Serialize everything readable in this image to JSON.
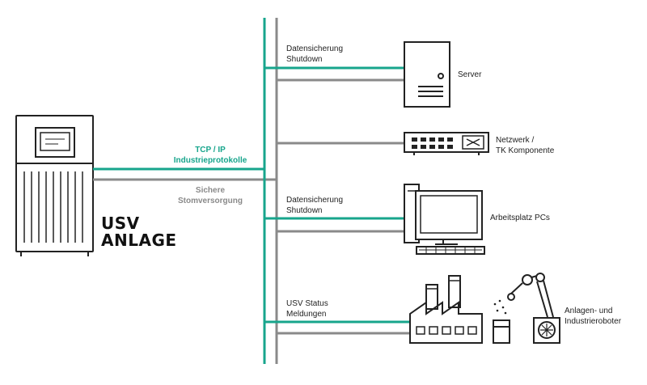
{
  "ups": {
    "title_line1": "USV",
    "title_line2": "ANLAGE"
  },
  "connections": {
    "data_label_line1": "TCP / IP",
    "data_label_line2": "Industrieprotokolle",
    "power_label_line1": "Sichere",
    "power_label_line2": "Stomversorgung"
  },
  "branches": [
    {
      "signal_line1": "Datensicherung",
      "signal_line2": "Shutdown",
      "device_line1": "Server",
      "device_line2": ""
    },
    {
      "signal_line1": "",
      "signal_line2": "",
      "device_line1": "Netzwerk /",
      "device_line2": "TK Komponente"
    },
    {
      "signal_line1": "Datensicherung",
      "signal_line2": "Shutdown",
      "device_line1": "Arbeitsplatz PCs",
      "device_line2": ""
    },
    {
      "signal_line1": "USV Status",
      "signal_line2": "Meldungen",
      "device_line1": "Anlagen- und",
      "device_line2": "Industrieroboter"
    }
  ],
  "colors": {
    "data_line": "#17a58c",
    "power_line": "#8a8a8a",
    "icon_stroke": "#222222"
  }
}
